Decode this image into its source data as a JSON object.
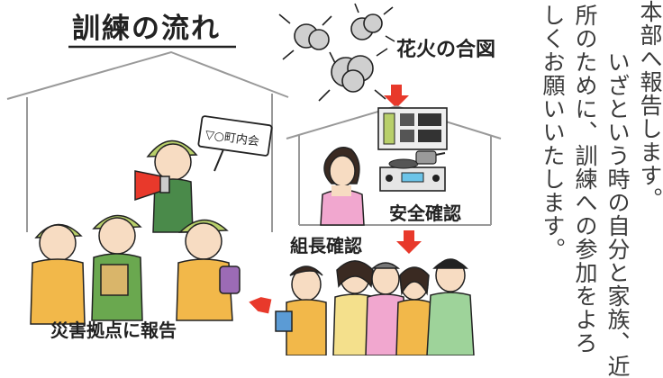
{
  "illustration": {
    "title": "訓練の流れ",
    "fireworks_label": "花火の合図",
    "safety_label": "安全確認",
    "group_label": "組長確認",
    "report_label": "災害拠点に報告",
    "sign_text": "▽○町内会"
  },
  "body_text": {
    "col1": "本部へ報告します。",
    "col2": "　いざという時の自分と家族、近",
    "col3": "所のために、訓練への参加をよろ",
    "col4": "しくお願いいたします。"
  },
  "colors": {
    "arrow": "#e8392b",
    "helmet": "#b8cf6a",
    "line": "#222222"
  }
}
